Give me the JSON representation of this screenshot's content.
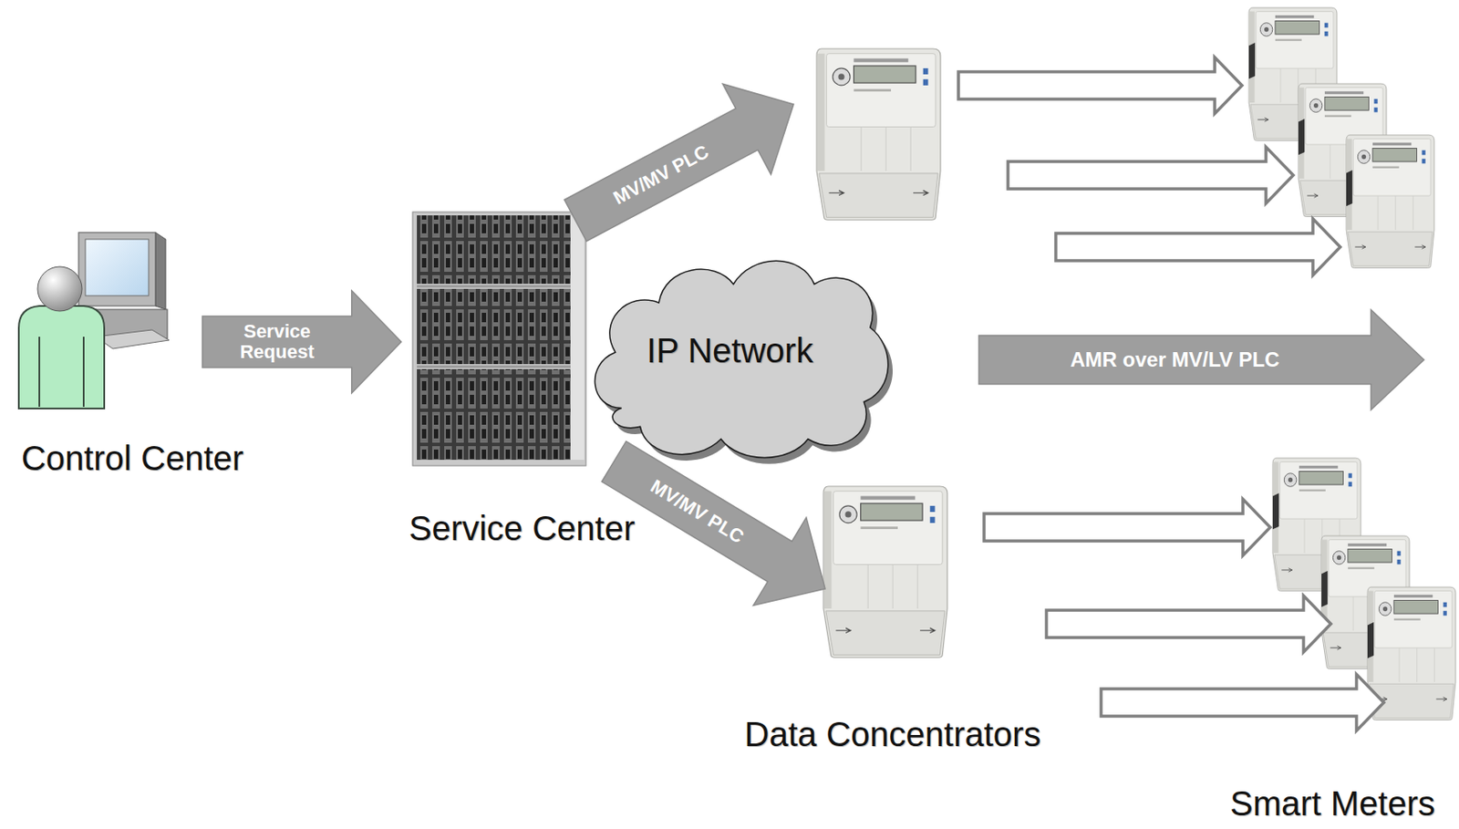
{
  "diagram": {
    "nodes": [
      {
        "text": [
          "Control Center"
        ]
      },
      {
        "text": [
          "Service Center"
        ]
      },
      {
        "text": [
          "IP Network"
        ]
      },
      {
        "text": [
          "Data Concentrators"
        ]
      },
      {
        "text": [
          "Smart Meters"
        ]
      }
    ],
    "edges": [
      {
        "from": 0,
        "to": 1,
        "arrow": "to",
        "label": "Service Request"
      },
      {
        "from": 1,
        "to": 3,
        "arrow": "to",
        "label": "MV/MV PLC"
      },
      {
        "from": 1,
        "to": 3,
        "arrow": "to",
        "label": "MV/MV PLC"
      },
      {
        "from": 2,
        "to": 4,
        "arrow": "to",
        "label": "AMR over MV/LV PLC"
      },
      {
        "from": 3,
        "to": 4,
        "arrow": "to"
      },
      {
        "from": 3,
        "to": 4,
        "arrow": "to"
      },
      {
        "from": 3,
        "to": 4,
        "arrow": "to"
      },
      {
        "from": 3,
        "to": 4,
        "arrow": "to"
      },
      {
        "from": 3,
        "to": 4,
        "arrow": "to"
      },
      {
        "from": 3,
        "to": 4,
        "arrow": "to"
      }
    ]
  }
}
